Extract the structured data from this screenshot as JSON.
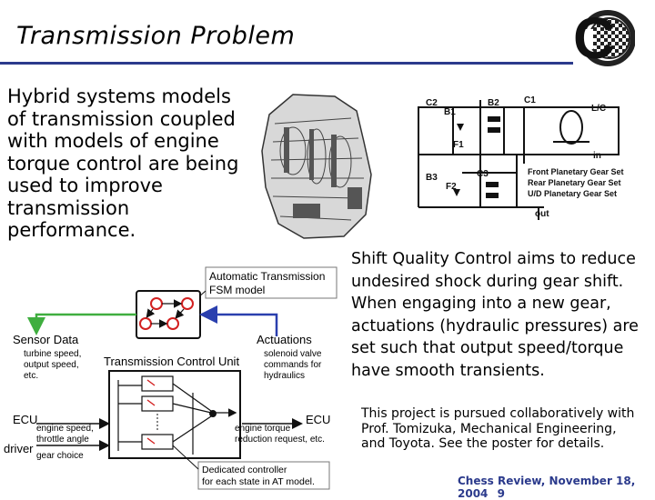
{
  "slide": {
    "title": "Transmission Problem",
    "intro": "Hybrid systems models of transmission coupled with models of engine torque control are being used to improve transmission performance.",
    "shift_quality": "Shift Quality Control aims to reduce undesired shock during gear shift. When engaging into a new gear, actuations (hydraulic pressures) are set such that output speed/torque have smooth transients.",
    "collaboration": "This project is pursued collaboratively with Prof. Tomizuka, Mechanical Engineering, and Toyota. See the poster for details.",
    "footer": "Chess Review, November 18, 2004",
    "page_number": "9",
    "logo_letter": "C"
  },
  "schematic": {
    "brakes": [
      "C2",
      "B1",
      "B2",
      "C1",
      "B3",
      "C3",
      "F1",
      "F2"
    ],
    "lc": "L/C",
    "in": "in",
    "out": "out",
    "gear_sets": [
      "Front Planetary Gear Set",
      "Rear Planetary Gear Set",
      "U/D Planetary Gear Set"
    ]
  },
  "diagram": {
    "fsm_label": [
      "Automatic Transmission",
      "FSM model"
    ],
    "sensor_title": "Sensor Data",
    "sensor_items": [
      "turbine speed,",
      "output speed,",
      "etc."
    ],
    "actuation_title": "Actuations",
    "actuation_items": [
      "solenoid valve",
      "commands for",
      "hydraulics"
    ],
    "tcu_label": "Transmission Control Unit",
    "ecu_left": "ECU",
    "ecu_left_items": [
      "engine speed,",
      "throttle angle"
    ],
    "ecu_right": "ECU",
    "ecu_right_items": [
      "engine torque",
      "reduction request, etc."
    ],
    "driver": "driver",
    "driver_item": "gear choice",
    "controller_label": [
      "Dedicated controller",
      "for each state in AT model."
    ]
  },
  "colors": {
    "title_rule": "#2b3a8c",
    "footer": "#2b3a8c",
    "green_arrow": "#3fae3f",
    "blue_arrow": "#2a3fae",
    "red_state": "#d22020"
  }
}
